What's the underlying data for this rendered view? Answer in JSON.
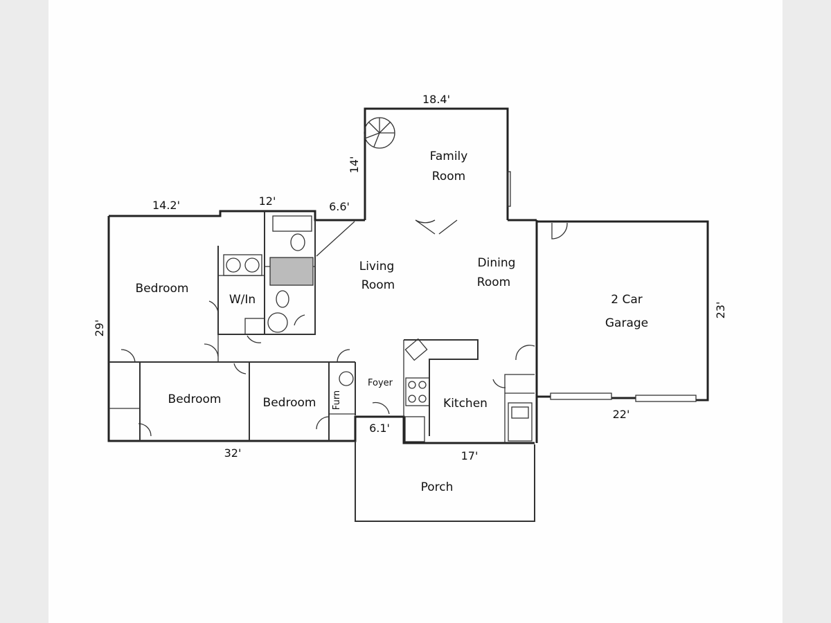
{
  "rooms": {
    "family_room": [
      "Family",
      "Room"
    ],
    "living_room": [
      "Living",
      "Room"
    ],
    "dining_room": [
      "Dining",
      "Room"
    ],
    "garage": [
      "2 Car",
      "Garage"
    ],
    "bedroom_main": "Bedroom",
    "walk_in": "W/In",
    "bedroom_2": "Bedroom",
    "bedroom_3": "Bedroom",
    "furnace": "Furn",
    "foyer": "Foyer",
    "kitchen": "Kitchen",
    "porch": "Porch"
  },
  "dimensions": {
    "family_width": "18.4'",
    "family_depth": "14'",
    "bedroom_top": "14.2'",
    "bath_top": "12'",
    "hall_top": "6.6'",
    "left_side": "29'",
    "bottom_left": "32'",
    "foyer_step": "6.1'",
    "kitchen_bottom": "17'",
    "garage_bottom": "22'",
    "garage_side": "23'"
  }
}
